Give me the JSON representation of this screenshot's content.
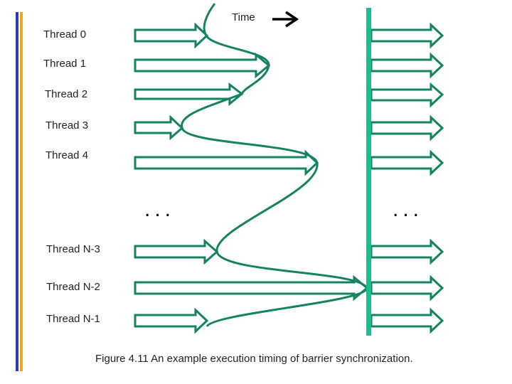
{
  "time_label": "Time",
  "threads": [
    {
      "label": "Thread 0"
    },
    {
      "label": "Thread 1"
    },
    {
      "label": "Thread 2"
    },
    {
      "label": "Thread 3"
    },
    {
      "label": "Thread 4"
    },
    {
      "label": "Thread N-3"
    },
    {
      "label": "Thread N-2"
    },
    {
      "label": "Thread N-1"
    }
  ],
  "ellipsis": "...",
  "caption": "Figure 4.11 An example execution timing of barrier synchronization.",
  "colors": {
    "arrow": "#158260",
    "barrier": "#16c08a",
    "left_bar_blue": "#2b3bb5",
    "left_bar_orange": "#f2a31b"
  }
}
